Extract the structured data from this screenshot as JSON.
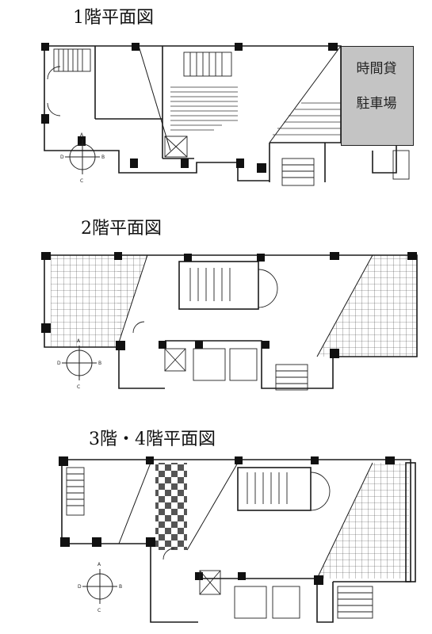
{
  "floors": [
    {
      "title": "1階平面図",
      "parking": {
        "line1": "時間貸",
        "line2": "駐車場"
      }
    },
    {
      "title": "2階平面図"
    },
    {
      "title": "3階・4階平面図"
    }
  ],
  "colors": {
    "line": "#1a1a1a",
    "parking_fill": "#c4c4c4",
    "grid": "#444444"
  }
}
